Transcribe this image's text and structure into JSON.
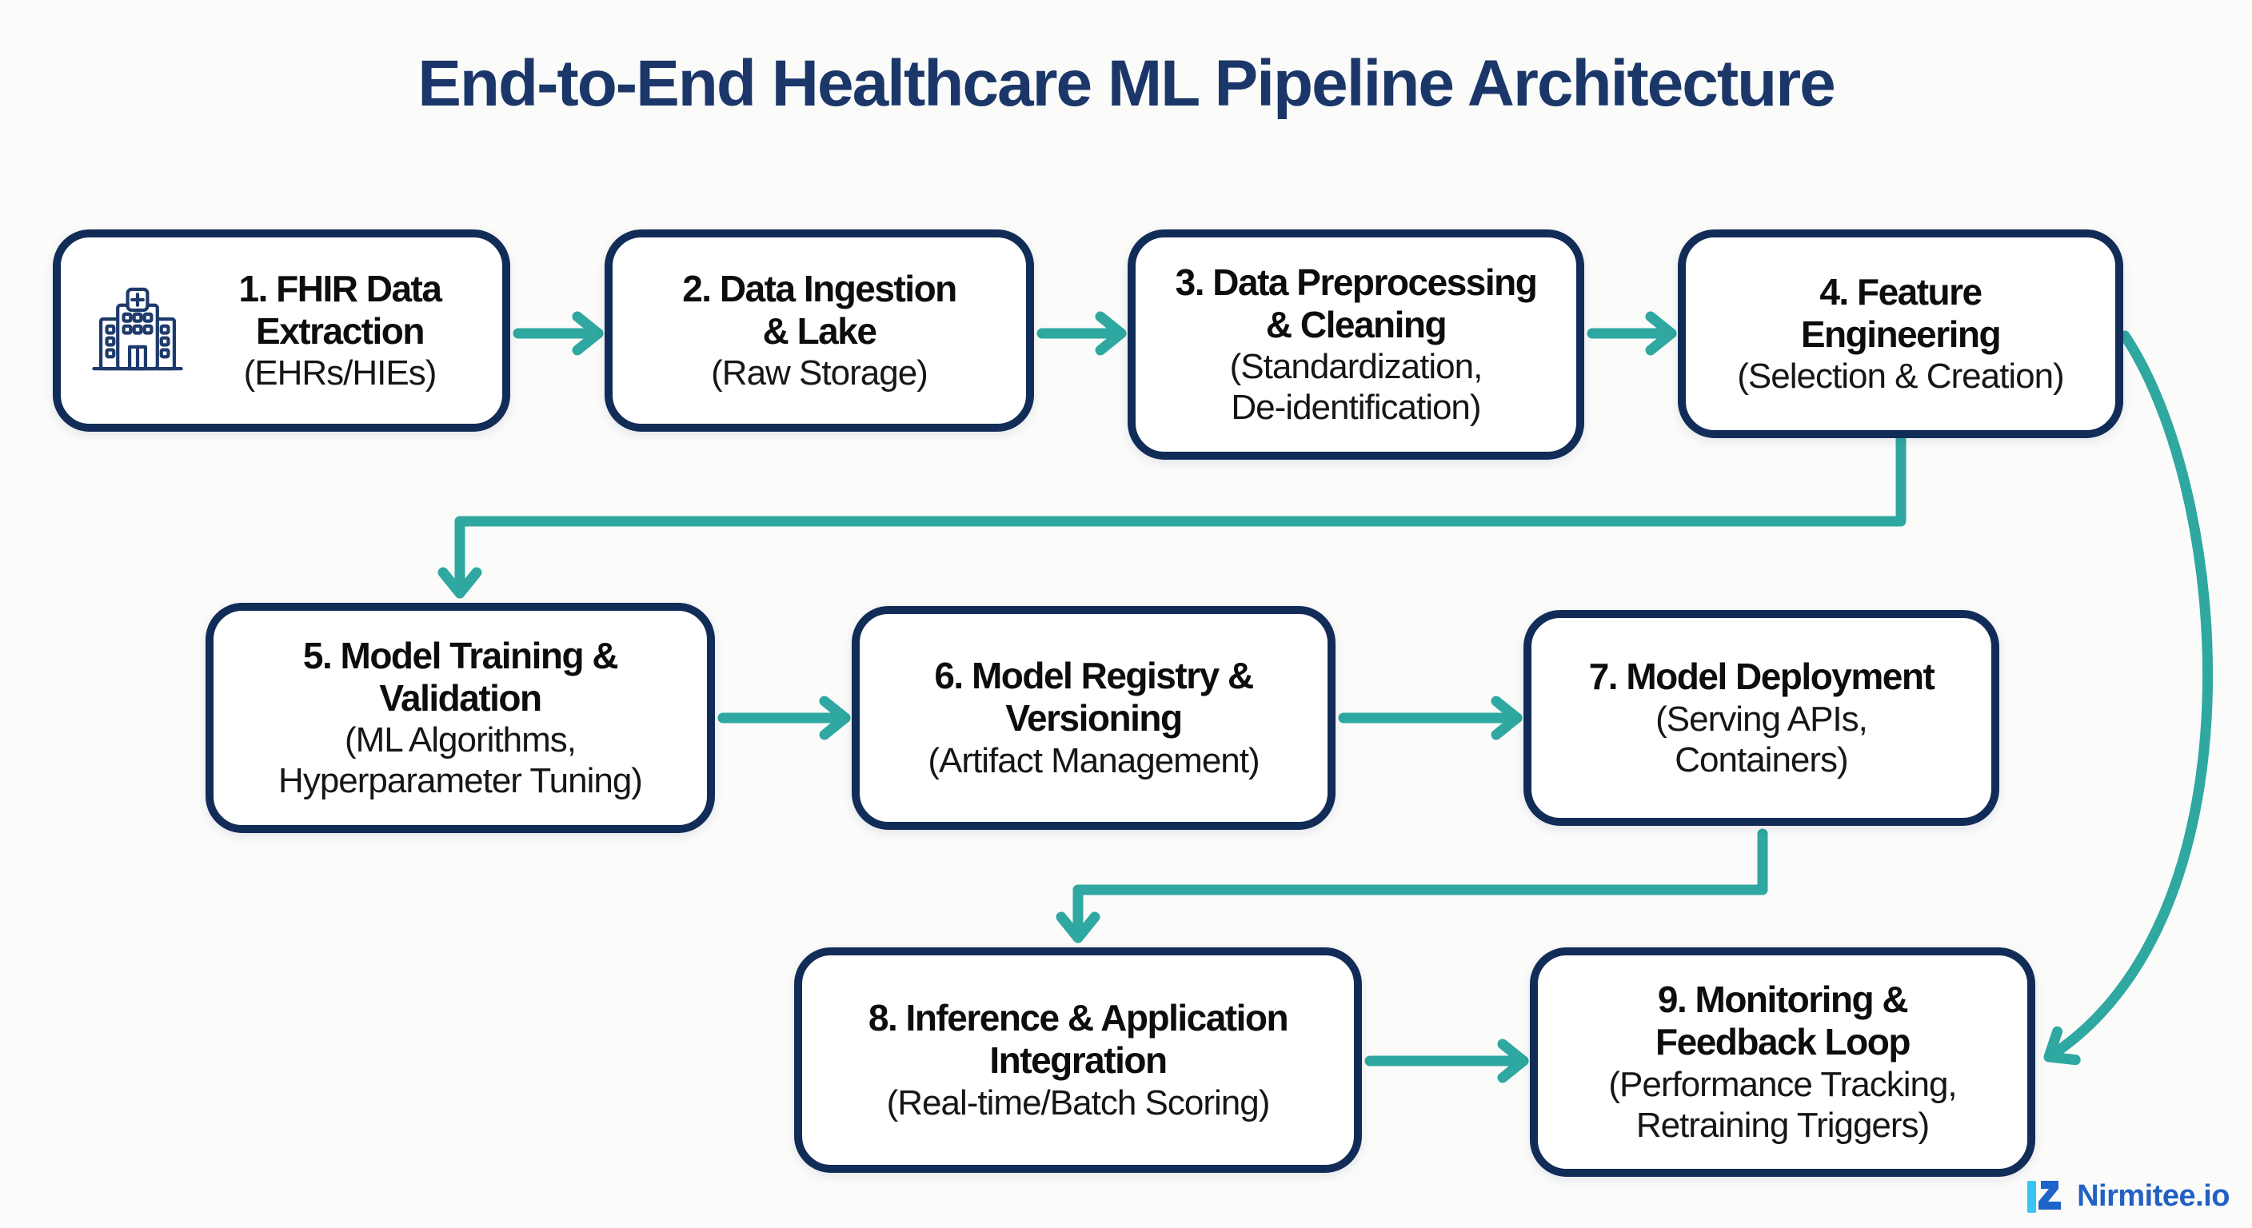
{
  "page": {
    "title": "End-to-End Healthcare ML Pipeline Architecture"
  },
  "colors": {
    "accent_teal": "#2ea8a0",
    "node_border_navy": "#122c58",
    "title_navy": "#1b3769",
    "node_text": "#0d0d0d",
    "logo_blue": "#2260c4",
    "logo_cyan": "#39c5f3",
    "background": "#fbfbfa"
  },
  "boxes": [
    {
      "id": 1,
      "title": "1. FHIR Data\nExtraction",
      "subtitle": "(EHRs/HIEs)",
      "icon": "hospital-icon"
    },
    {
      "id": 2,
      "title": "2. Data Ingestion\n& Lake",
      "subtitle": "(Raw Storage)"
    },
    {
      "id": 3,
      "title": "3. Data Preprocessing\n& Cleaning",
      "subtitle": "(Standardization,\nDe-identification)"
    },
    {
      "id": 4,
      "title": "4. Feature\nEngineering",
      "subtitle": "(Selection & Creation)"
    },
    {
      "id": 5,
      "title": "5. Model Training &\nValidation",
      "subtitle": "(ML Algorithms,\nHyperparameter Tuning)"
    },
    {
      "id": 6,
      "title": "6. Model Registry &\nVersioning",
      "subtitle": "(Artifact Management)"
    },
    {
      "id": 7,
      "title": "7. Model Deployment",
      "subtitle": "(Serving APIs,\nContainers)"
    },
    {
      "id": 8,
      "title": "8. Inference & Application\nIntegration",
      "subtitle": "(Real-time/Batch Scoring)"
    },
    {
      "id": 9,
      "title": "9. Monitoring &\nFeedback Loop",
      "subtitle": "(Performance Tracking,\nRetraining Triggers)"
    }
  ],
  "edges": [
    {
      "from": 1,
      "to": 2
    },
    {
      "from": 2,
      "to": 3
    },
    {
      "from": 3,
      "to": 4
    },
    {
      "from": 4,
      "to": 5
    },
    {
      "from": 5,
      "to": 6
    },
    {
      "from": 6,
      "to": 7
    },
    {
      "from": 7,
      "to": 8
    },
    {
      "from": 8,
      "to": 9
    },
    {
      "from": 4,
      "to": 9
    }
  ],
  "footer": {
    "brand": "Nirmitee.io"
  }
}
